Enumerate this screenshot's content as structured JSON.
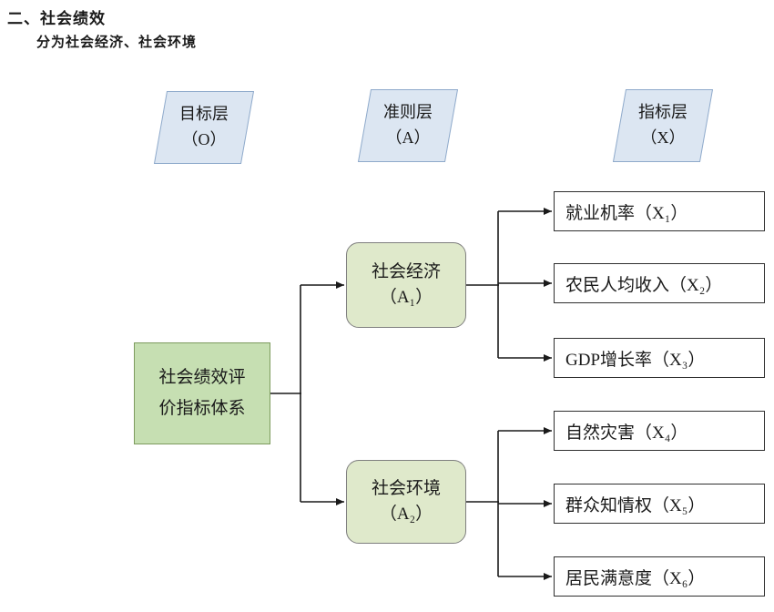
{
  "page": {
    "title": "二、社会绩效",
    "subtitle": "分为社会经济、社会环境"
  },
  "layers": [
    {
      "name": "目标层",
      "code": "（O）"
    },
    {
      "name": "准则层",
      "code": "（A）"
    },
    {
      "name": "指标层",
      "code": "（X）"
    }
  ],
  "root": {
    "lines": [
      "社会绩效评",
      "价指标体系"
    ]
  },
  "criteria": [
    {
      "name": "社会经济",
      "code": "（A₁）",
      "indicators": [
        "就业机率（X₁）",
        "农民人均收入（X₂）",
        "GDP增长率（X₃）"
      ]
    },
    {
      "name": "社会环境",
      "code": "（A₂）",
      "indicators": [
        "自然灾害（X₄）",
        "群众知情权（X₅）",
        "居民满意度（X₆）"
      ]
    }
  ],
  "colors": {
    "layer_fill": "#dce6f2",
    "layer_border": "#8faacb",
    "root_fill": "#c6dfb2",
    "root_border": "#7d9b5e",
    "criteria_fill": "#dfe9cb",
    "criteria_border": "#7f7f7f",
    "indicator_fill": "#ffffff",
    "indicator_border": "#2f2f2f",
    "line_color": "#1a1a1a"
  }
}
